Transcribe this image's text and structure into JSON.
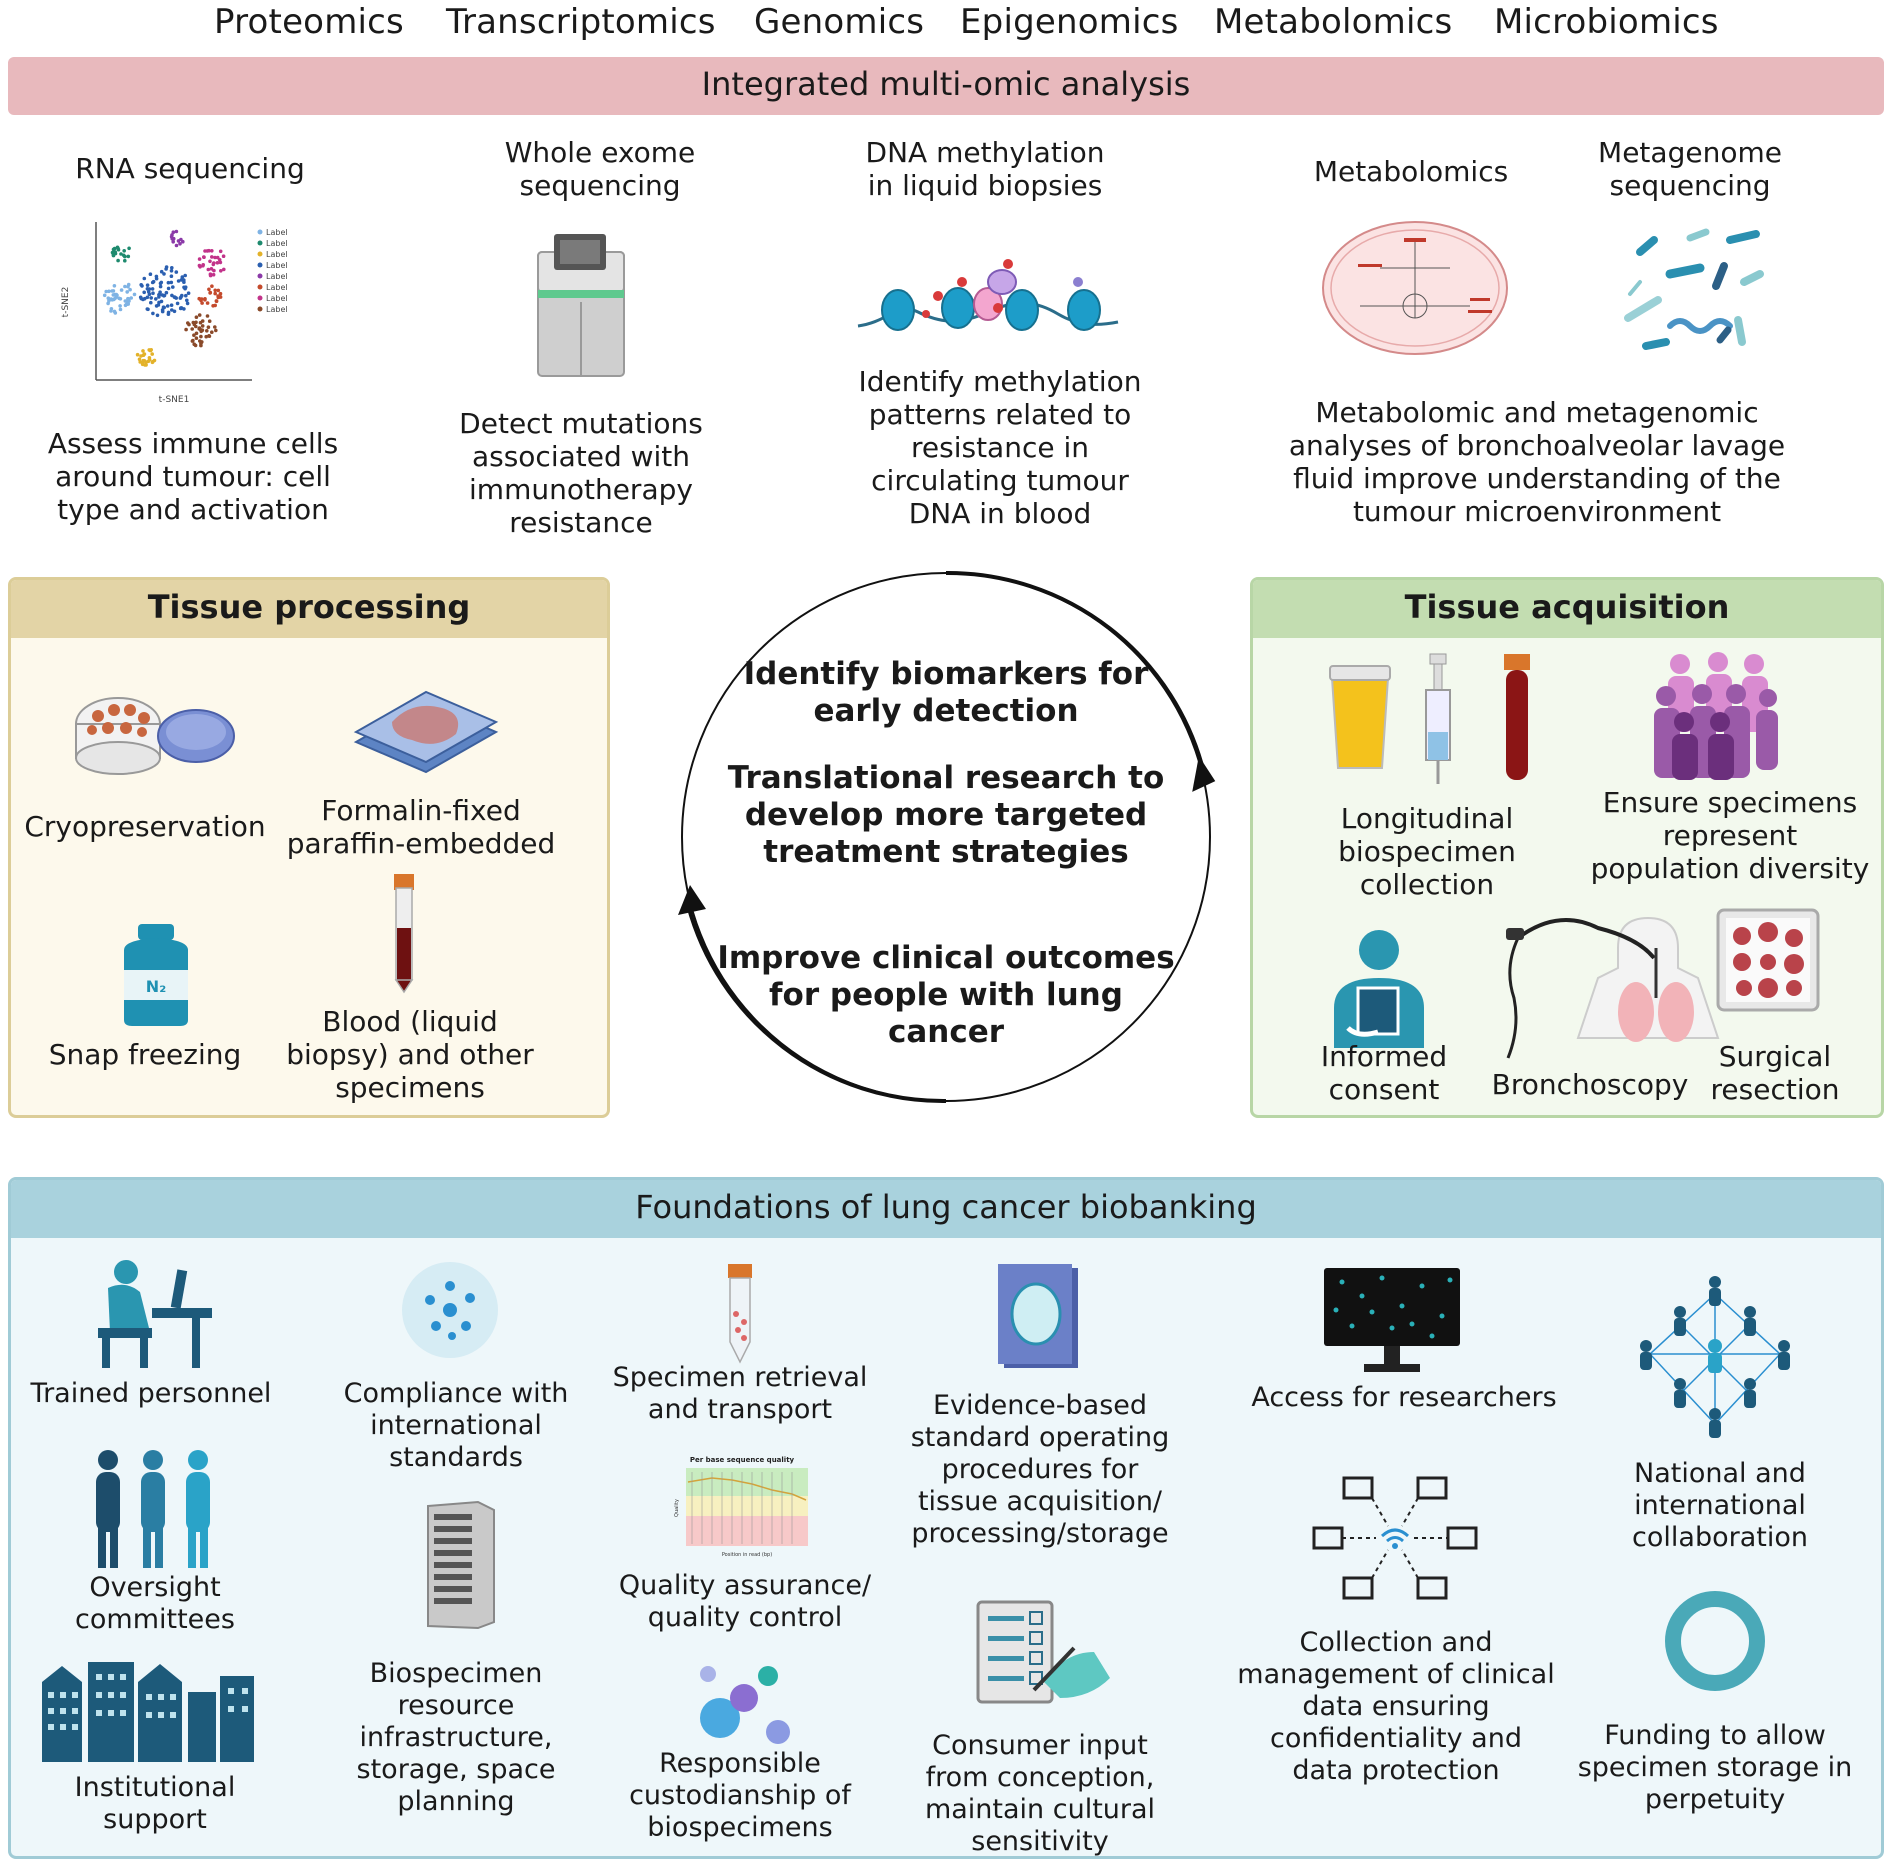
{
  "omics": [
    "Proteomics",
    "Transcriptomics",
    "Genomics",
    "Epigenomics",
    "Metabolomics",
    "Microbiomics"
  ],
  "integrated": {
    "title": "Integrated multi-omic analysis",
    "rna_seq": {
      "title": "RNA sequencing",
      "desc": "Assess immune cells around tumour: cell type and activation",
      "plot_ylabel": "t-SNE2",
      "plot_xlabel": "t-SNE1",
      "plot_legend": "Label"
    },
    "wes": {
      "title": "Whole exome sequencing",
      "desc": "Detect mutations associated with immunotherapy resistance"
    },
    "dna_meth": {
      "title": "DNA methylation in liquid biopsies",
      "desc": "Identify methylation patterns related to resistance in circulating tumour DNA in blood"
    },
    "metabolomics": {
      "title": "Metabolomics"
    },
    "metagenome": {
      "title": "Metagenome sequencing"
    },
    "meta_desc": "Metabolomic and metagenomic analyses of bronchoalveolar lavage fluid improve understanding of the tumour microenvironment"
  },
  "tissue_processing": {
    "title": "Tissue processing",
    "items": [
      "Cryopreservation",
      "Formalin-fixed paraffin-embedded",
      "Snap freezing",
      "Blood (liquid biopsy) and other specimens"
    ],
    "n2": "N₂"
  },
  "center": {
    "goals": [
      "Identify biomarkers for early detection",
      "Translational research to develop more targeted treatment strategies",
      "Improve clinical outcomes for people with lung cancer"
    ]
  },
  "tissue_acquisition": {
    "title": "Tissue acquisition",
    "items": [
      "Longitudinal biospecimen collection",
      "Ensure specimens represent population diversity",
      "Informed consent",
      "Bronchoscopy",
      "Surgical resection"
    ]
  },
  "foundations": {
    "title": "Foundations of lung cancer biobanking",
    "items": [
      "Trained personnel",
      "Oversight committees",
      "Institutional support",
      "Compliance with international standards",
      "Biospecimen resource infrastructure, storage, space planning",
      "Specimen retrieval and transport",
      "Quality assurance/ quality control",
      "Responsible custodianship of biospecimens",
      "Evidence-based standard operating procedures for tissue acquisition/ processing/storage",
      "Consumer input from conception, maintain cultural sensitivity",
      "Access for researchers",
      "Collection and management of clinical data ensuring confidentiality and data protection",
      "National and international collaboration",
      "Funding to allow specimen storage in perpetuity"
    ],
    "qc_chart_title": "Per base sequence quality",
    "qc_xlabel": "Position in read (bp)",
    "qc_ylabel": "Quality"
  },
  "colors": {
    "integrated_band": "#e8b9bd",
    "processing_header": "#e3d4a6",
    "processing_bg": "#fdf9ec",
    "processing_border": "#dccd98",
    "acq_header": "#c3ddb1",
    "acq_bg": "#f3f9ee",
    "acq_border": "#b8d6a6",
    "found_header": "#a9d2dd",
    "found_bg": "#eef7fa",
    "found_border": "#a0cbd6",
    "teal": "#2a96b0",
    "navy": "#2c4e6b"
  }
}
